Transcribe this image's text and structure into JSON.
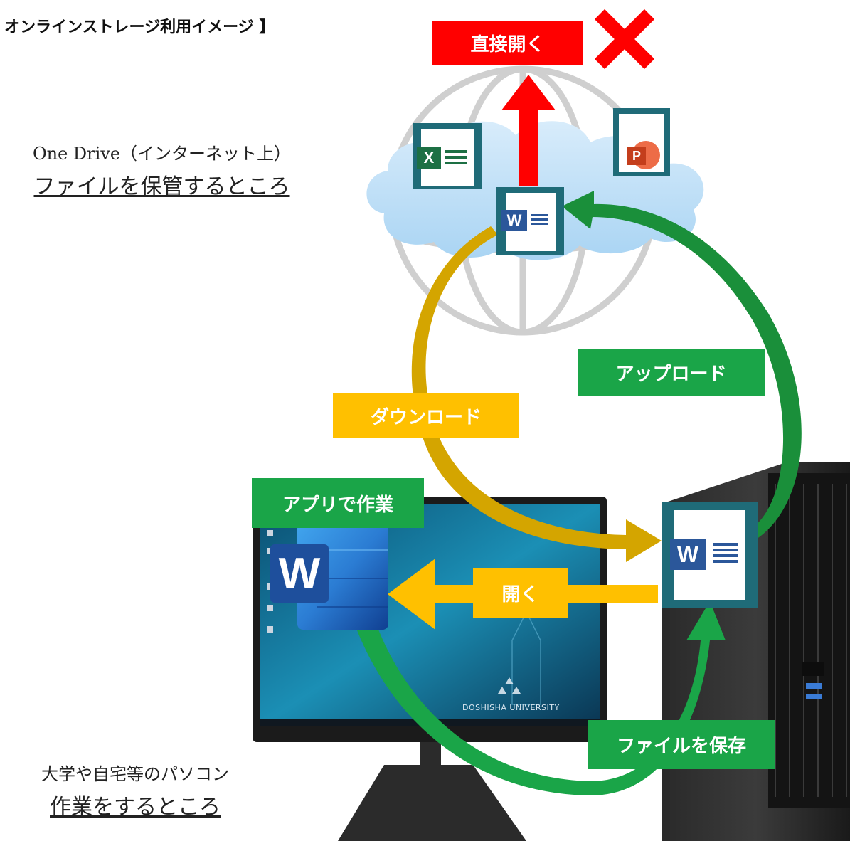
{
  "title": "オンラインストレージ利用イメージ 】",
  "cloud_caption": {
    "line1": "One Drive（インターネット上）",
    "line2": "ファイルを保管するところ"
  },
  "pc_caption": {
    "line1": "大学や自宅等のパソコン",
    "line2": "作業をするところ"
  },
  "labels": {
    "direct_open": "直接開く",
    "upload": "アップロード",
    "download": "ダウンロード",
    "open": "開く",
    "work_in_app": "アプリで作業",
    "save_file": "ファイルを保存"
  },
  "icons": {
    "excel": "X",
    "powerpoint": "P",
    "word": "W"
  },
  "screen": {
    "watermark": "DOSHISHA UNIVERSITY"
  },
  "colors": {
    "red": "#ff0000",
    "yellow": "#ffc000",
    "green": "#1aa548",
    "teal_frame": "#1f6b78",
    "word_blue": "#2b579a",
    "excel_green": "#1d7044",
    "ppt_orange": "#d24726"
  }
}
